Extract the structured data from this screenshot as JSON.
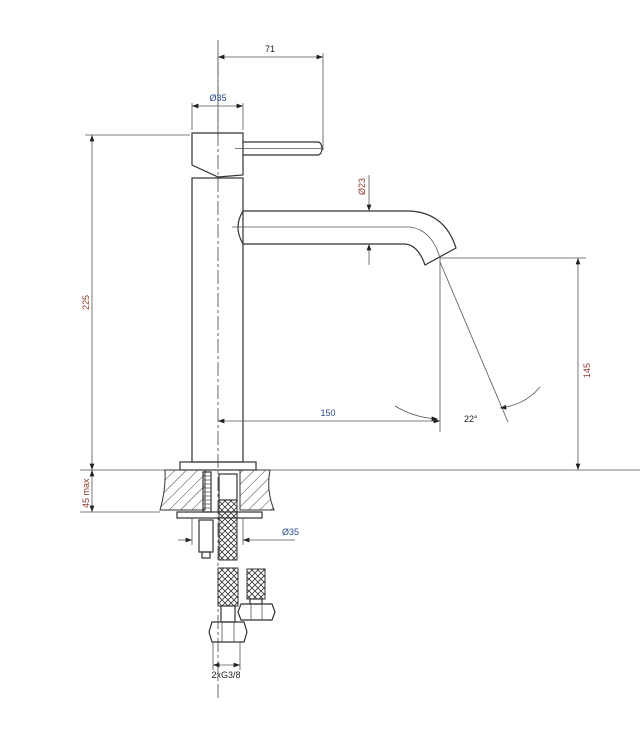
{
  "dimensions": {
    "lever_reach": "71",
    "body_diameter_top": "Ø35",
    "spout_diameter": "Ø23",
    "total_height": "225",
    "countertop_thickness": "45 max",
    "spout_height": "145",
    "spout_reach": "150",
    "spout_angle": "22°",
    "mounting_diameter": "Ø35",
    "connection": "2xG3/8"
  },
  "colors": {
    "line": "#333333",
    "label_blue": "#2a4a8a",
    "label_red": "#8a3a2a"
  }
}
